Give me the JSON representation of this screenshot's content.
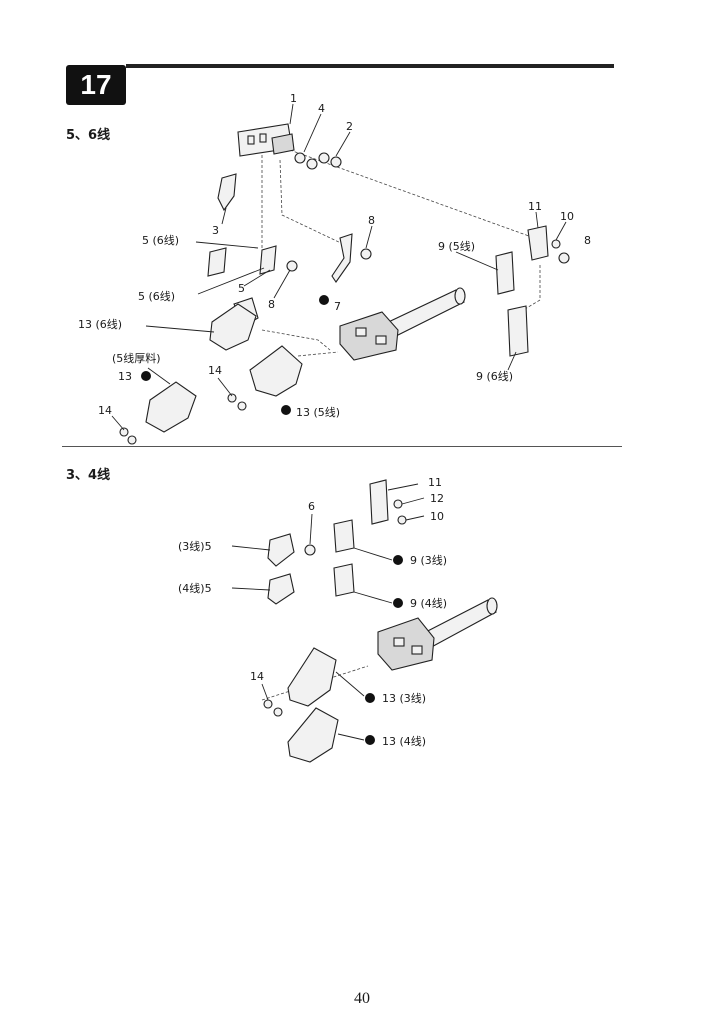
{
  "page": {
    "section_number": "17",
    "page_number": "40"
  },
  "sections": [
    {
      "title": "5、6线",
      "callouts": {
        "c1": "1",
        "c4": "4",
        "c2": "2",
        "c3": "3",
        "c5_6a": "5 (6线)",
        "c5_6b": "5 (6线)",
        "c5": "5",
        "c8a": "8",
        "c8b": "8",
        "c8c": "8",
        "c7": "7",
        "c11": "11",
        "c10": "10",
        "c9_5": "9 (5线)",
        "c9_6": "9 (6线)",
        "c13_6": "13 (6线)",
        "c5thick": "(5线厚料)",
        "c13a": "13",
        "c14a": "14",
        "c14b": "14",
        "c13_5": "13 (5线)"
      }
    },
    {
      "title": "3、4线",
      "callouts": {
        "c11": "11",
        "c12": "12",
        "c10": "10",
        "c6": "6",
        "c5_3": "(3线)5",
        "c5_4": "(4线)5",
        "c9_3": "9 (3线)",
        "c9_4": "9 (4线)",
        "c14": "14",
        "c13_3": "13 (3线)",
        "c13_4": "13 (4线)"
      }
    }
  ]
}
